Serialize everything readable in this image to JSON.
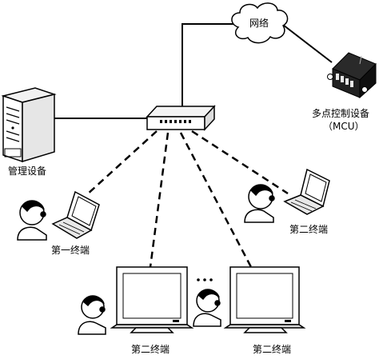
{
  "labels": {
    "network": "网络",
    "mcu_line1": "多点控制设备",
    "mcu_line2": "（MCU）",
    "management": "管理设备",
    "terminal_first": "第一终端",
    "terminal_second_right": "第二终端",
    "terminal_second_bottom_left": "第二终端",
    "terminal_second_bottom_right": "第二终端"
  }
}
